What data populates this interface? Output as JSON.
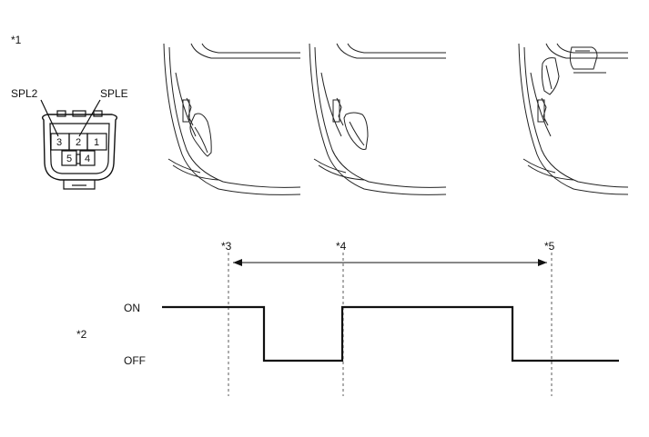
{
  "callouts": {
    "c1": "*1",
    "c2": "*2",
    "c3": "*3",
    "c4": "*4",
    "c5": "*5"
  },
  "connector": {
    "label_left": "SPL2",
    "label_right": "SPLE",
    "pins": [
      "3",
      "2",
      "1",
      "5",
      "4"
    ]
  },
  "timing": {
    "on_label": "ON",
    "off_label": "OFF"
  }
}
